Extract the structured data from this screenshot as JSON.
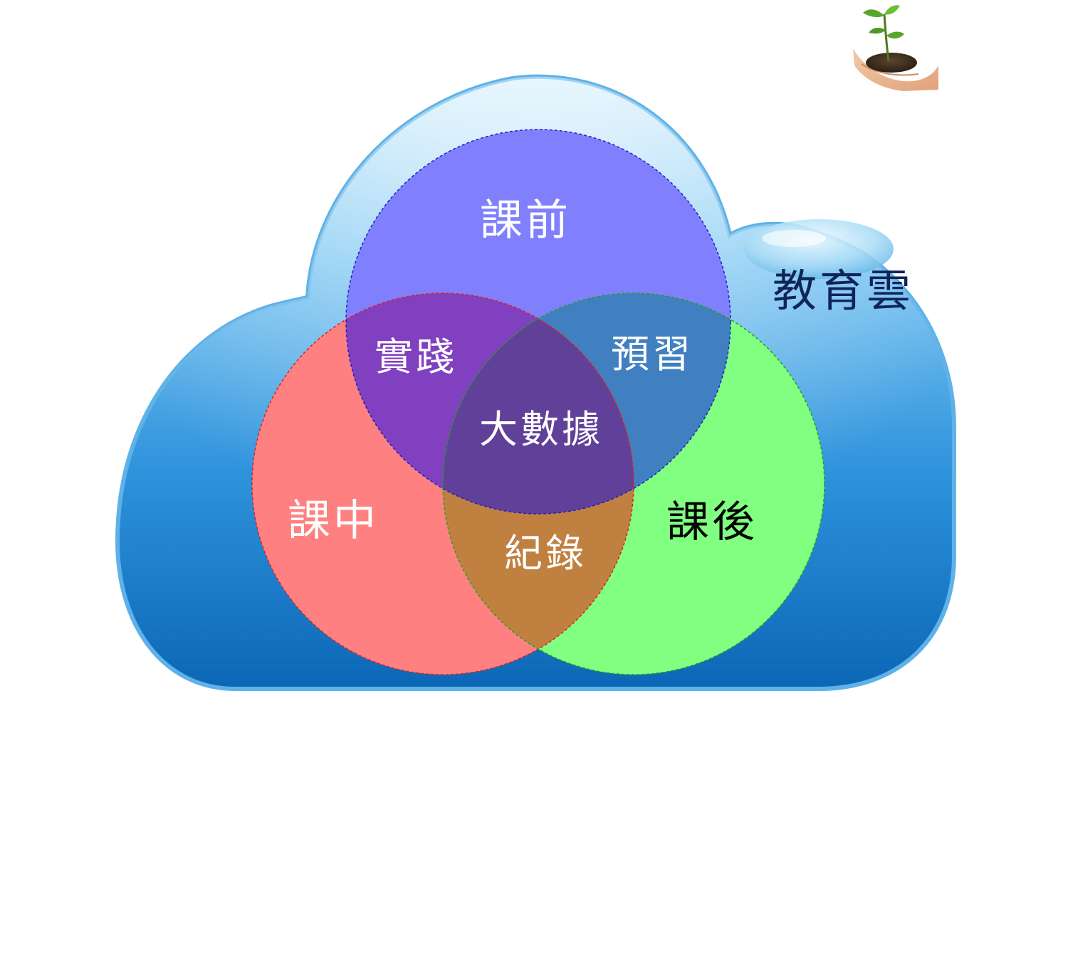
{
  "title": "教育雲",
  "colors": {
    "cloud_light": "#bfe6fb",
    "cloud_mid": "#4aa8e6",
    "cloud_dark": "#0a6cc0",
    "before_class": "#8080ff",
    "in_class": "#ff8080",
    "after_class": "#80ff80",
    "title_text": "#10245a"
  },
  "circles": {
    "before": {
      "label": "課前",
      "text_color": "#ffffff"
    },
    "during": {
      "label": "課中",
      "text_color": "#ffffff"
    },
    "after": {
      "label": "課後",
      "text_color": "#000000"
    }
  },
  "overlaps": {
    "before_during": {
      "label": "實踐"
    },
    "before_after": {
      "label": "預習"
    },
    "during_after": {
      "label": "紀錄"
    },
    "center": {
      "label": "大數據"
    }
  },
  "logo": {
    "icon": "plant-in-hand-icon"
  }
}
